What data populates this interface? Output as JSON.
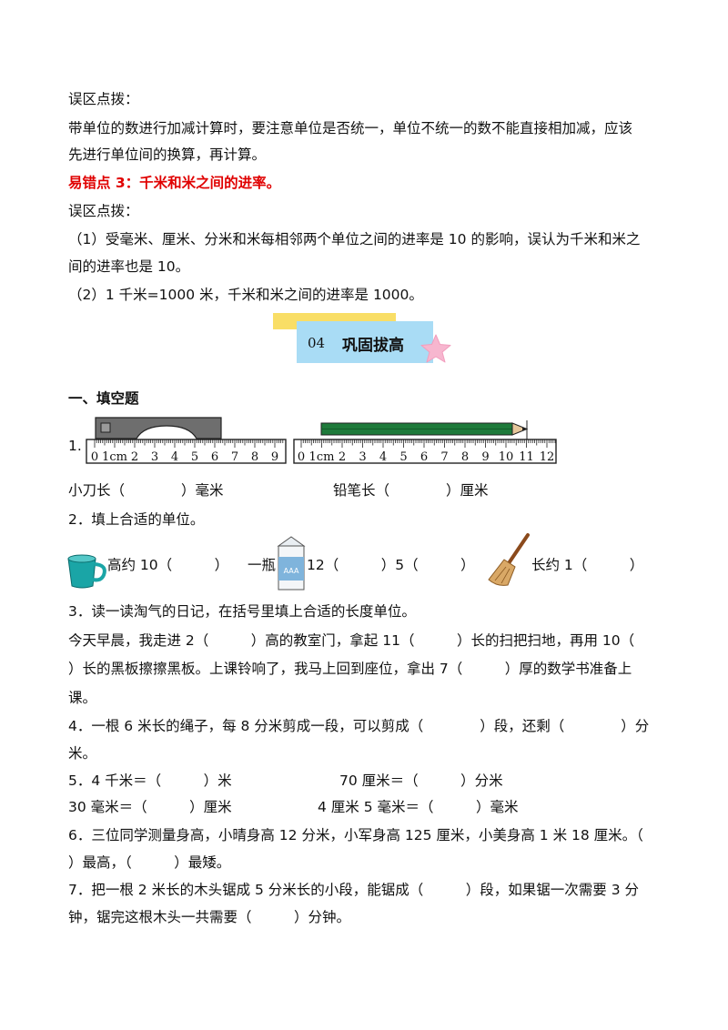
{
  "top": {
    "hint_label_1": "误区点拨：",
    "para_1a": "带单位的数进行加减计算时，要注意单位是否统一，单位不统一的数不能直接相加减，应该",
    "para_1b": "先进行单位间的换算，再计算。",
    "error_point_3": "易错点 3：千米和米之间的进率。",
    "hint_label_2": "误区点拨：",
    "point_1a": "（1）受毫米、厘米、分米和米每相邻两个单位之间的进率是 10 的影响，误认为千米和米之",
    "point_1b": "间的进率也是 10。",
    "point_2": "（2）1 千米=1000 米，千米和米之间的进率是 1000。"
  },
  "banner": {
    "number": "04",
    "title": "巩固拔高"
  },
  "section": {
    "title": "一、填空题"
  },
  "q1": {
    "num": "1.",
    "ruler_labels_1": [
      "0",
      "1cm",
      "2",
      "3",
      "4",
      "5",
      "6",
      "7",
      "8",
      "9"
    ],
    "ruler_labels_2": [
      "0",
      "1cm",
      "2",
      "3",
      "4",
      "5",
      "6",
      "7",
      "8",
      "9",
      "10",
      "11",
      "12"
    ],
    "answer_knife": "小刀长（　　　　）毫米",
    "answer_pencil": "铅笔长（　　　　）厘米"
  },
  "q2": {
    "title": "2．填上合适的单位。",
    "cup": "高约 10（　　　）",
    "milk": "一瓶",
    "milk_tail": "12（　　　）5（　　　）",
    "broom": "长约 1（　　　）",
    "carton_text": "AAA"
  },
  "q3": {
    "title": "3．读一读淘气的日记，在括号里填上合适的长度单位。",
    "line_1": "今天早晨，我走进 2（　　　）高的教室门，拿起 11（　　　）长的扫把扫地，再用 10（",
    "line_2": "）长的黑板擦擦黑板。上课铃响了，我马上回到座位，拿出 7（　　　）厚的数学书准备上",
    "line_3": "课。"
  },
  "q4": {
    "line_1": "4．一根 6 米长的绳子，每 8 分米剪成一段，可以剪成（　　　　）段，还剩（　　　　）分",
    "line_2": "米。"
  },
  "q5": {
    "a": "5．4 千米＝（　　　）米",
    "b": "70 厘米＝（　　　）分米",
    "c": "30 毫米＝（　　　）厘米",
    "d": "4 厘米 5 毫米＝（　　　）毫米"
  },
  "q6": {
    "line_1": "6．三位同学测量身高，小晴身高 12 分米，小军身高 125 厘米，小美身高 1 米 18 厘米。（",
    "line_2": "）最高，（　　　）最矮。"
  },
  "q7": {
    "line_1": "7．把一根 2 米长的木头锯成 5 分米长的小段，能锯成（　　　）段，如果锯一次需要 3 分",
    "line_2": "钟，锯完这根木头一共需要（　　　）分钟。"
  }
}
